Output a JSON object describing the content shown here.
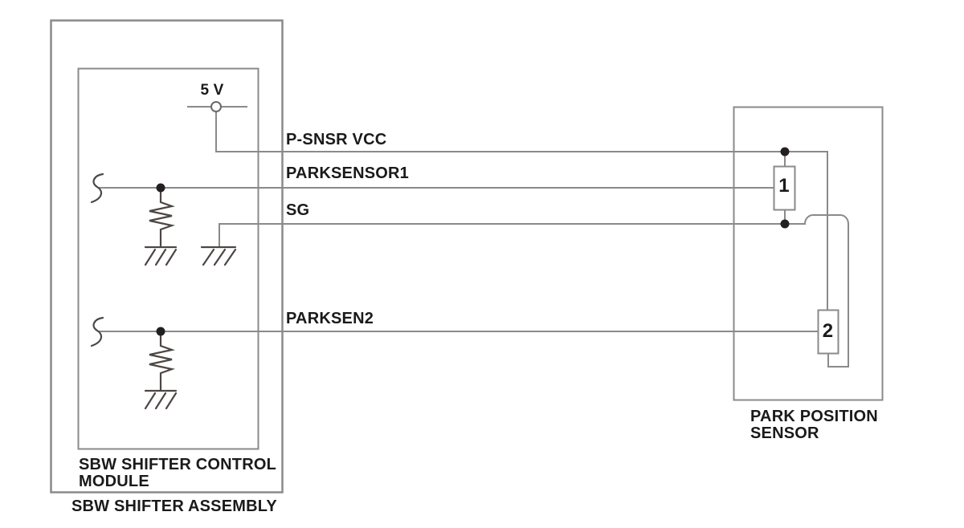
{
  "diagram": {
    "power_source": {
      "label": "5 V"
    },
    "wire_labels": {
      "vcc": "P-SNSR VCC",
      "parksensor1": "PARKSENSOR1",
      "sg": "SG",
      "parksen2": "PARKSEN2"
    },
    "blocks": {
      "assembly_label": "SBW SHIFTER ASSEMBLY",
      "module_label": "SBW SHIFTER CONTROL MODULE",
      "sensor_label": "PARK POSITION SENSOR"
    },
    "sensor_elements": {
      "element1": "1",
      "element2": "2"
    },
    "colors": {
      "wire": "#8a8a8a",
      "symbol": "#4c4644",
      "dot": "#231f20",
      "text": "#1a1a1a",
      "background": "#ffffff"
    }
  }
}
